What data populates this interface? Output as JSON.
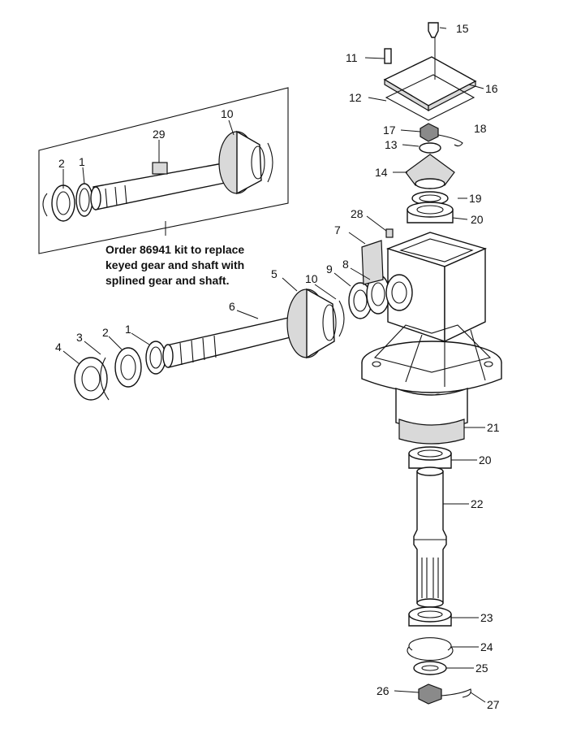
{
  "labels": {
    "p1a": "1",
    "p2a": "2",
    "p10a": "10",
    "p29": "29",
    "p11": "11",
    "p12": "12",
    "p13": "13",
    "p14": "14",
    "p15": "15",
    "p16": "16",
    "p17": "17",
    "p18": "18",
    "p19": "19",
    "p20a": "20",
    "p28": "28",
    "p7": "7",
    "p5": "5",
    "p10b": "10",
    "p9": "9",
    "p8": "8",
    "p6": "6",
    "p4": "4",
    "p3": "3",
    "p2b": "2",
    "p1b": "1",
    "p21": "21",
    "p20b": "20",
    "p22": "22",
    "p23": "23",
    "p24": "24",
    "p25": "25",
    "p26": "26",
    "p27": "27"
  },
  "note": {
    "line1": "Order 86941 kit to replace",
    "line2": "keyed gear and shaft with",
    "line3": "splined gear and shaft."
  }
}
